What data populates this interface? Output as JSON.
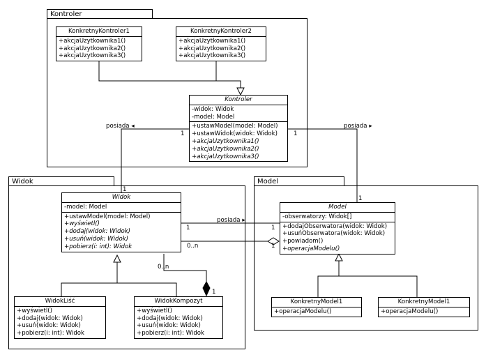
{
  "packages": {
    "kontroler": "Kontroler",
    "widok": "Widok",
    "model": "Model"
  },
  "classes": {
    "konkretny_kontroler_1": {
      "name": "KonkretnyKontroler1",
      "methods": [
        "+akcjaUzytkownika1()",
        "+akcjaUzytkownika2()",
        "+akcjaUzytkownika3()"
      ]
    },
    "konkretny_kontroler_2": {
      "name": "KonkretnyKontroler2",
      "methods": [
        "+akcjaUzytkownika1()",
        "+akcjaUzytkownika2()",
        "+akcjaUzytkownika3()"
      ]
    },
    "kontroler": {
      "name": "Kontroler",
      "attributes": [
        "-widok: Widok",
        "-model: Model"
      ],
      "methods": [
        "+ustawModel(model: Model)",
        "+ustawWidok(widok: Widok)"
      ],
      "abstract_methods": [
        "+akcjaUzytkownika1()",
        "+akcjaUzytkownika2()",
        "+akcjaUzytkownika3()"
      ]
    },
    "widok": {
      "name": "Widok",
      "attributes": [
        "-model: Model"
      ],
      "methods": [
        "+ustawModel(model: Model)"
      ],
      "abstract_methods": [
        "+wyświetl()",
        "+dodaj(widok: Widok)",
        "+usuń(widok: Widok)",
        "+pobierz(i: int): Widok"
      ]
    },
    "widok_lisc": {
      "name": "WidokLiść",
      "methods": [
        "+wyświetl()",
        "+dodaj(widok: Widok)",
        "+usuń(widok: Widok)",
        "+pobierz(i: int): Widok"
      ]
    },
    "widok_kompozyt": {
      "name": "WidokKompozyt",
      "methods": [
        "+wyświetl()",
        "+dodaj(widok: Widok)",
        "+usuń(widok: Widok)",
        "+pobierz(i: int): Widok"
      ]
    },
    "model": {
      "name": "Model",
      "attributes": [
        "-obserwatorzy: Widok[]"
      ],
      "methods": [
        "+dodajObserwatora(widok: Widok)",
        "+usuńObserwatora(widok: Widok)",
        "+powiadom()"
      ],
      "abstract_methods": [
        "+operacjaModelu()"
      ]
    },
    "konkretny_model_a": {
      "name": "KonkretnyModel1",
      "methods": [
        "+operacjaModelu()"
      ]
    },
    "konkretny_model_b": {
      "name": "KonkretnyModel1",
      "methods": [
        "+operacjaModelu()"
      ]
    }
  },
  "associations": {
    "kontroler_widok": {
      "label": "posiada",
      "arrow": "◂",
      "mult_kontroler": "1",
      "mult_widok": "1"
    },
    "kontroler_model": {
      "label": "posiada",
      "arrow": "▸",
      "mult_kontroler": "1",
      "mult_model": "1"
    },
    "widok_model": {
      "label": "posiada",
      "arrow": "▸",
      "mult_widok": "1",
      "mult_model": "1"
    },
    "model_observers": {
      "mult_widok": "0..n",
      "mult_model": "1"
    },
    "composition": {
      "mult_kompozyt_side": "0..n",
      "mult_kompozyt": "1"
    }
  }
}
